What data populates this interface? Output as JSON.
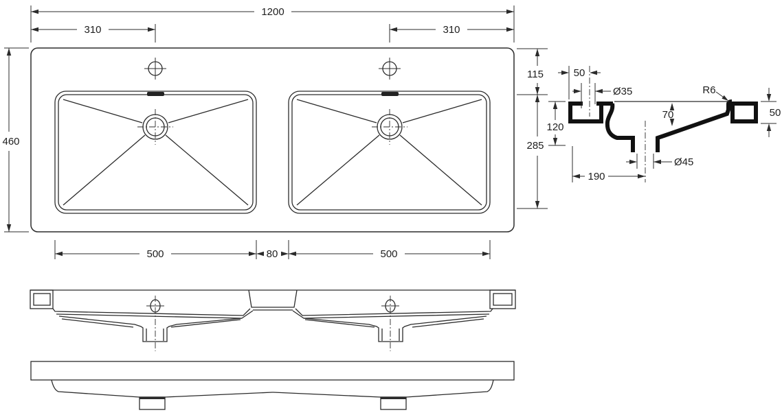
{
  "drawing": {
    "background": "#ffffff",
    "line_color": "#2b2b2b",
    "views": {
      "plan": {
        "name": "plan-view",
        "dims": {
          "total_width": "1200",
          "faucet_offset_left": "310",
          "faucet_offset_right": "310",
          "total_depth": "460",
          "back_edge_to_basin": "115",
          "basin_depth": "285",
          "left_basin_width": "500",
          "basin_gap": "80",
          "right_basin_width": "500"
        }
      },
      "section": {
        "name": "section-view",
        "dims": {
          "faucet_center_offset": "50",
          "faucet_hole_diameter": "Ø35",
          "rim_radius": "R6",
          "bowl_depth": "70",
          "front_rail_height": "50",
          "total_height": "120",
          "back_to_drain": "190",
          "drain_diameter": "Ø45"
        }
      },
      "front_elevation": {
        "name": "front-elevation-view"
      },
      "underside_elevation": {
        "name": "underside-elevation-view"
      }
    }
  }
}
